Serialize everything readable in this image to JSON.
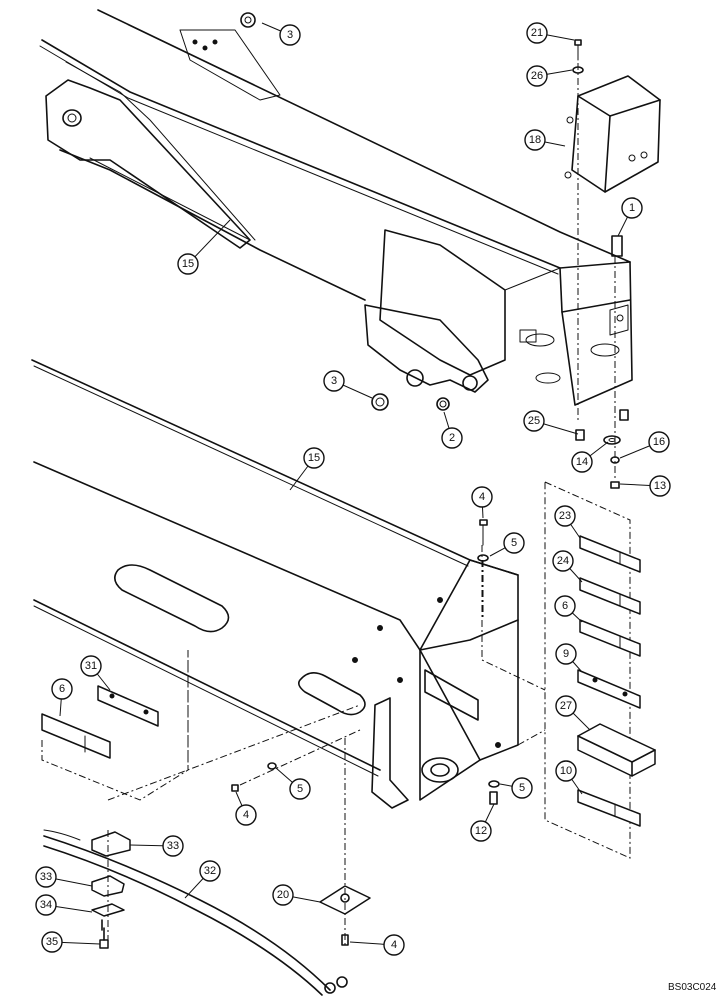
{
  "callouts": [
    {
      "label": "3"
    },
    {
      "label": "21"
    },
    {
      "label": "26"
    },
    {
      "label": "18"
    },
    {
      "label": "1"
    },
    {
      "label": "15"
    },
    {
      "label": "3"
    },
    {
      "label": "2"
    },
    {
      "label": "25"
    },
    {
      "label": "16"
    },
    {
      "label": "14"
    },
    {
      "label": "13"
    },
    {
      "label": "15"
    },
    {
      "label": "4"
    },
    {
      "label": "5"
    },
    {
      "label": "23"
    },
    {
      "label": "24"
    },
    {
      "label": "6"
    },
    {
      "label": "9"
    },
    {
      "label": "27"
    },
    {
      "label": "10"
    },
    {
      "label": "31"
    },
    {
      "label": "6"
    },
    {
      "label": "5"
    },
    {
      "label": "4"
    },
    {
      "label": "5"
    },
    {
      "label": "12"
    },
    {
      "label": "33"
    },
    {
      "label": "32"
    },
    {
      "label": "33"
    },
    {
      "label": "34"
    },
    {
      "label": "20"
    },
    {
      "label": "35"
    },
    {
      "label": "4"
    }
  ],
  "drawing_code": "BS03C024"
}
